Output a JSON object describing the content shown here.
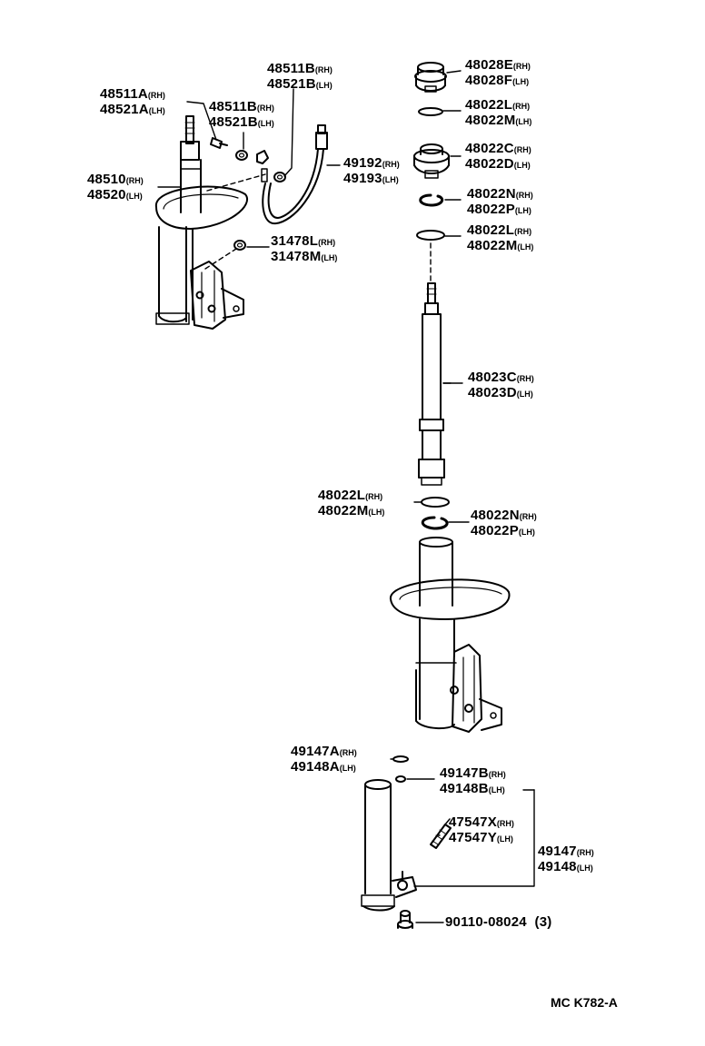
{
  "diagram_code": "MC K782-A",
  "labels": [
    {
      "id": "48511B",
      "lines": [
        {
          "part": "48511B",
          "side": "(RH)"
        },
        {
          "part": "48521B",
          "side": "(LH)"
        }
      ]
    },
    {
      "id": "48511A",
      "lines": [
        {
          "part": "48511A",
          "side": "(RH)"
        },
        {
          "part": "48521A",
          "side": "(LH)"
        }
      ]
    },
    {
      "id": "48511B2",
      "lines": [
        {
          "part": "48511B",
          "side": "(RH)"
        },
        {
          "part": "48521B",
          "side": "(LH)"
        }
      ]
    },
    {
      "id": "48510",
      "lines": [
        {
          "part": "48510",
          "side": "(RH)"
        },
        {
          "part": "48520",
          "side": "(LH)"
        }
      ]
    },
    {
      "id": "49192",
      "lines": [
        {
          "part": "49192",
          "side": "(RH)"
        },
        {
          "part": "49193",
          "side": "(LH)"
        }
      ]
    },
    {
      "id": "31478",
      "lines": [
        {
          "part": "31478L",
          "side": "(RH)"
        },
        {
          "part": "31478M",
          "side": "(LH)"
        }
      ]
    },
    {
      "id": "48028",
      "lines": [
        {
          "part": "48028E",
          "side": "(RH)"
        },
        {
          "part": "48028F",
          "side": "(LH)"
        }
      ]
    },
    {
      "id": "48022L_a",
      "lines": [
        {
          "part": "48022L",
          "side": "(RH)"
        },
        {
          "part": "48022M",
          "side": "(LH)"
        }
      ]
    },
    {
      "id": "48022C",
      "lines": [
        {
          "part": "48022C",
          "side": "(RH)"
        },
        {
          "part": "48022D",
          "side": "(LH)"
        }
      ]
    },
    {
      "id": "48022N_a",
      "lines": [
        {
          "part": "48022N",
          "side": "(RH)"
        },
        {
          "part": "48022P",
          "side": "(LH)"
        }
      ]
    },
    {
      "id": "48022L_b",
      "lines": [
        {
          "part": "48022L",
          "side": "(RH)"
        },
        {
          "part": "48022M",
          "side": "(LH)"
        }
      ]
    },
    {
      "id": "48023C",
      "lines": [
        {
          "part": "48023C",
          "side": "(RH)"
        },
        {
          "part": "48023D",
          "side": "(LH)"
        }
      ]
    },
    {
      "id": "48022L_c",
      "lines": [
        {
          "part": "48022L",
          "side": "(RH)"
        },
        {
          "part": "48022M",
          "side": "(LH)"
        }
      ]
    },
    {
      "id": "48022N_b",
      "lines": [
        {
          "part": "48022N",
          "side": "(RH)"
        },
        {
          "part": "48022P",
          "side": "(LH)"
        }
      ]
    },
    {
      "id": "49147A",
      "lines": [
        {
          "part": "49147A",
          "side": "(RH)"
        },
        {
          "part": "49148A",
          "side": "(LH)"
        }
      ]
    },
    {
      "id": "49147B",
      "lines": [
        {
          "part": "49147B",
          "side": "(RH)"
        },
        {
          "part": "49148B",
          "side": "(LH)"
        }
      ]
    },
    {
      "id": "47547X",
      "lines": [
        {
          "part": "47547X",
          "side": "(RH)"
        },
        {
          "part": "47547Y",
          "side": "(LH)"
        }
      ]
    },
    {
      "id": "49147",
      "lines": [
        {
          "part": "49147",
          "side": "(RH)"
        },
        {
          "part": "49148",
          "side": "(LH)"
        }
      ]
    }
  ],
  "bolt_label": {
    "part": "90110-08024",
    "qty": "(3)"
  }
}
